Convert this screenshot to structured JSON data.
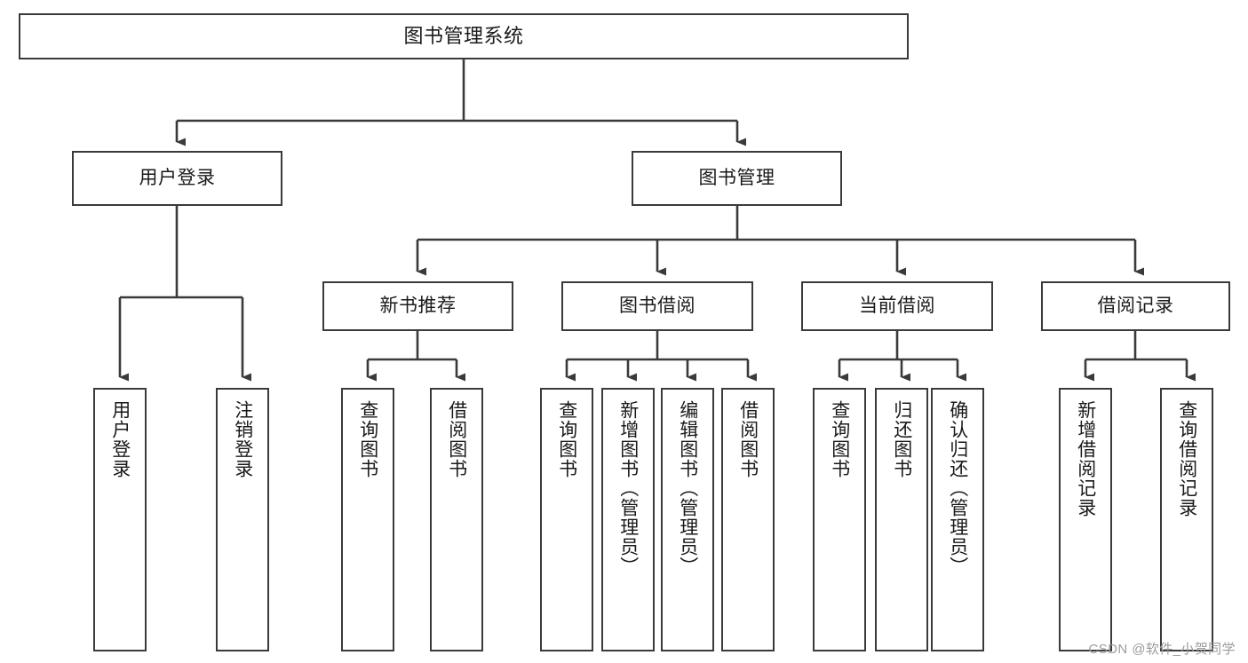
{
  "diagram": {
    "type": "tree-hierarchy",
    "title": "图书管理系统",
    "watermark": "CSDN @软件_小贺同学",
    "colors": {
      "stroke": "#3a3a3a",
      "fill": "#ffffff",
      "text": "#1a1a1a",
      "watermark": "#9b9b9b"
    },
    "nodes": {
      "root": {
        "label": "图书管理系统"
      },
      "level1": [
        {
          "id": "user-login",
          "label": "用户登录"
        },
        {
          "id": "book-manage",
          "label": "图书管理"
        }
      ],
      "level2": [
        {
          "id": "new-book-rec",
          "label": "新书推荐",
          "parent": "book-manage"
        },
        {
          "id": "book-borrow",
          "label": "图书借阅",
          "parent": "book-manage"
        },
        {
          "id": "current-borrow",
          "label": "当前借阅",
          "parent": "book-manage"
        },
        {
          "id": "borrow-record",
          "label": "借阅记录",
          "parent": "book-manage"
        }
      ],
      "leaves": [
        {
          "id": "leaf-user-login",
          "label": "用户登录",
          "parent": "user-login"
        },
        {
          "id": "leaf-user-logout",
          "label": "注销登录",
          "parent": "user-login"
        },
        {
          "id": "leaf-query-book-1",
          "label": "查询图书",
          "parent": "new-book-rec"
        },
        {
          "id": "leaf-borrow-book-1",
          "label": "借阅图书",
          "parent": "new-book-rec"
        },
        {
          "id": "leaf-query-book-2",
          "label": "查询图书",
          "parent": "book-borrow"
        },
        {
          "id": "leaf-add-book",
          "label": "新增图书（管理员）",
          "parent": "book-borrow"
        },
        {
          "id": "leaf-edit-book",
          "label": "编辑图书（管理员）",
          "parent": "book-borrow"
        },
        {
          "id": "leaf-borrow-book-2",
          "label": "借阅图书",
          "parent": "book-borrow"
        },
        {
          "id": "leaf-query-book-3",
          "label": "查询图书",
          "parent": "current-borrow"
        },
        {
          "id": "leaf-return-book",
          "label": "归还图书",
          "parent": "current-borrow"
        },
        {
          "id": "leaf-confirm-return",
          "label": "确认归还（管理员）",
          "parent": "current-borrow"
        },
        {
          "id": "leaf-add-record",
          "label": "新增借阅记录",
          "parent": "borrow-record"
        },
        {
          "id": "leaf-query-record",
          "label": "查询借阅记录",
          "parent": "borrow-record"
        }
      ]
    }
  }
}
